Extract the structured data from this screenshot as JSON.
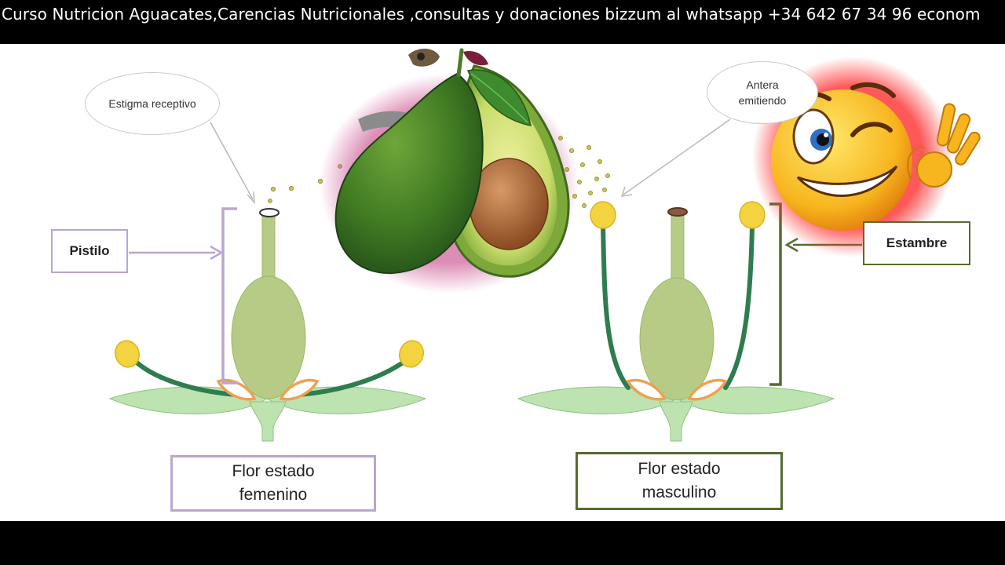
{
  "banner": {
    "text": "Curso Nutricion Aguacates,Carencias Nutricionales ,consultas y donaciones bizzum al whatsapp +34 642 67 34 96 econom"
  },
  "diagram": {
    "callout_left": "Estigma receptivo",
    "callout_right_line1": "Antera",
    "callout_right_line2": "emitiendo",
    "pistil_label": "Pistilo",
    "stamen_label": "Estambre",
    "female_caption_line1": "Flor estado",
    "female_caption_line2": "femenino",
    "male_caption_line1": "Flor estado",
    "male_caption_line2": "masculino"
  },
  "overlays": {
    "fruit": "avocado-sticker",
    "face": "winking-emoji-ok-hand-sticker"
  },
  "colors": {
    "stem_green": "#2e7d4f",
    "ovary_green": "#b6cb85",
    "petal_green": "#bde3b0",
    "anther_yellow": "#f3d340",
    "nectary_orange": "#f0a050",
    "pistil_frame": "#b8a6d2",
    "stamen_frame": "#556b2f"
  }
}
